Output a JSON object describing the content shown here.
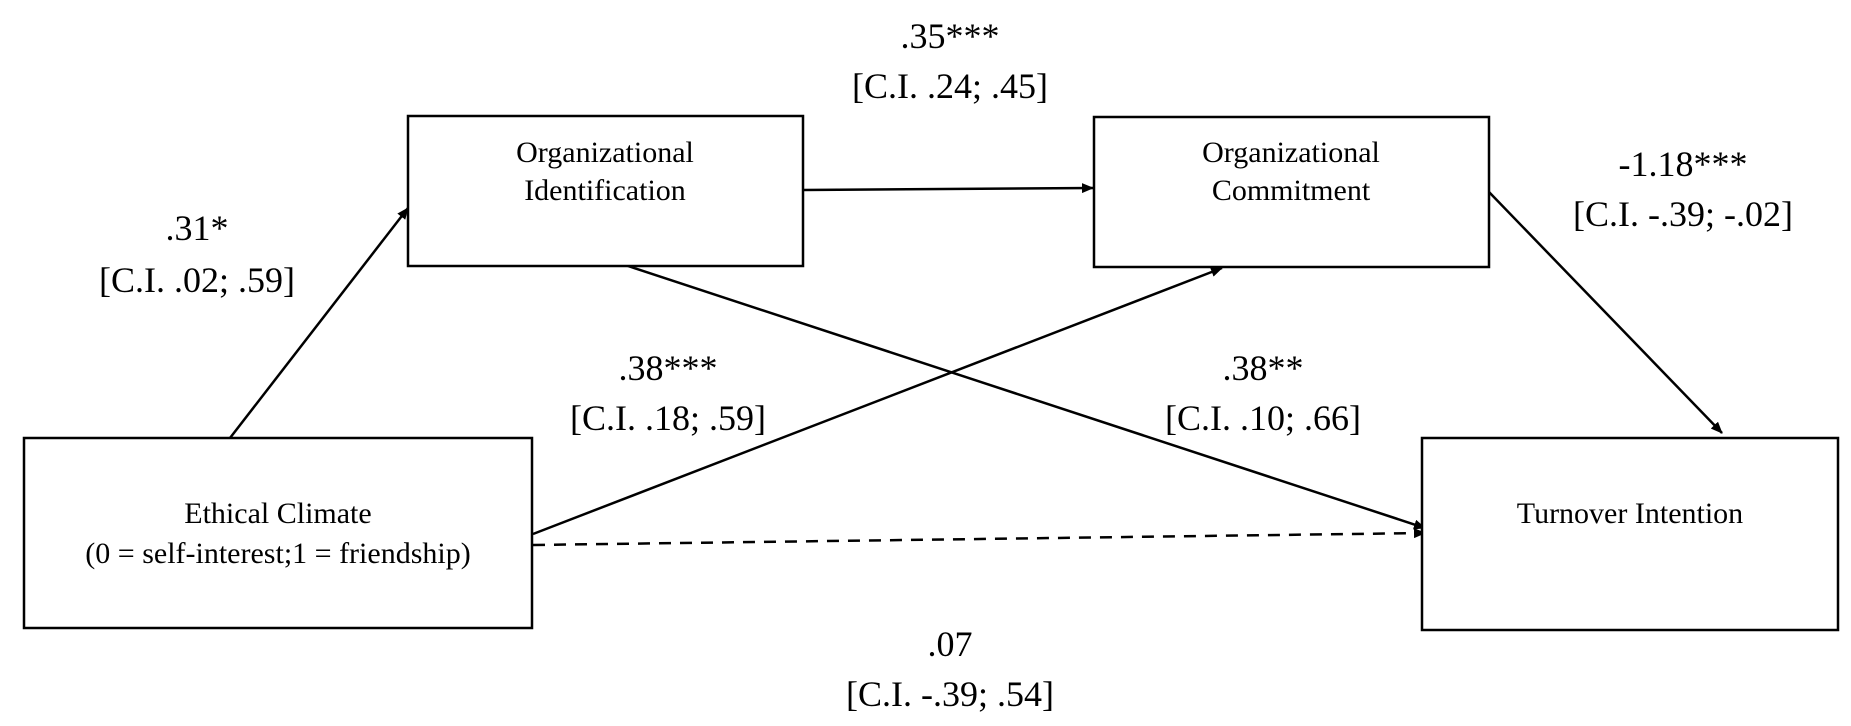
{
  "nodes": {
    "ethical_climate": {
      "line1": "Ethical Climate",
      "line2": "(0 = self-interest;1 = friendship)"
    },
    "org_identification": {
      "line1": "Organizational",
      "line2": "Identification"
    },
    "org_commitment": {
      "line1": "Organizational",
      "line2": "Commitment"
    },
    "turnover_intention": {
      "line1": "Turnover Intention"
    }
  },
  "paths": {
    "climate_to_identification": {
      "coef": ".31*",
      "ci": "[C.I. .02; .59]"
    },
    "identification_to_commitment": {
      "coef": ".35***",
      "ci": "[C.I. .24; .45]"
    },
    "commitment_to_turnover": {
      "coef": "-1.18***",
      "ci": "[C.I. -.39; -.02]"
    },
    "climate_to_commitment": {
      "coef": ".38***",
      "ci": "[C.I. .18; .59]"
    },
    "identification_to_turnover": {
      "coef": ".38**",
      "ci": "[C.I. .10; .66]"
    },
    "climate_to_turnover_direct": {
      "coef": ".07",
      "ci": "[C.I. -.39; .54]",
      "style": "dashed"
    }
  },
  "colors": {
    "stroke": "#000000",
    "background": "#ffffff",
    "text": "#000000"
  }
}
